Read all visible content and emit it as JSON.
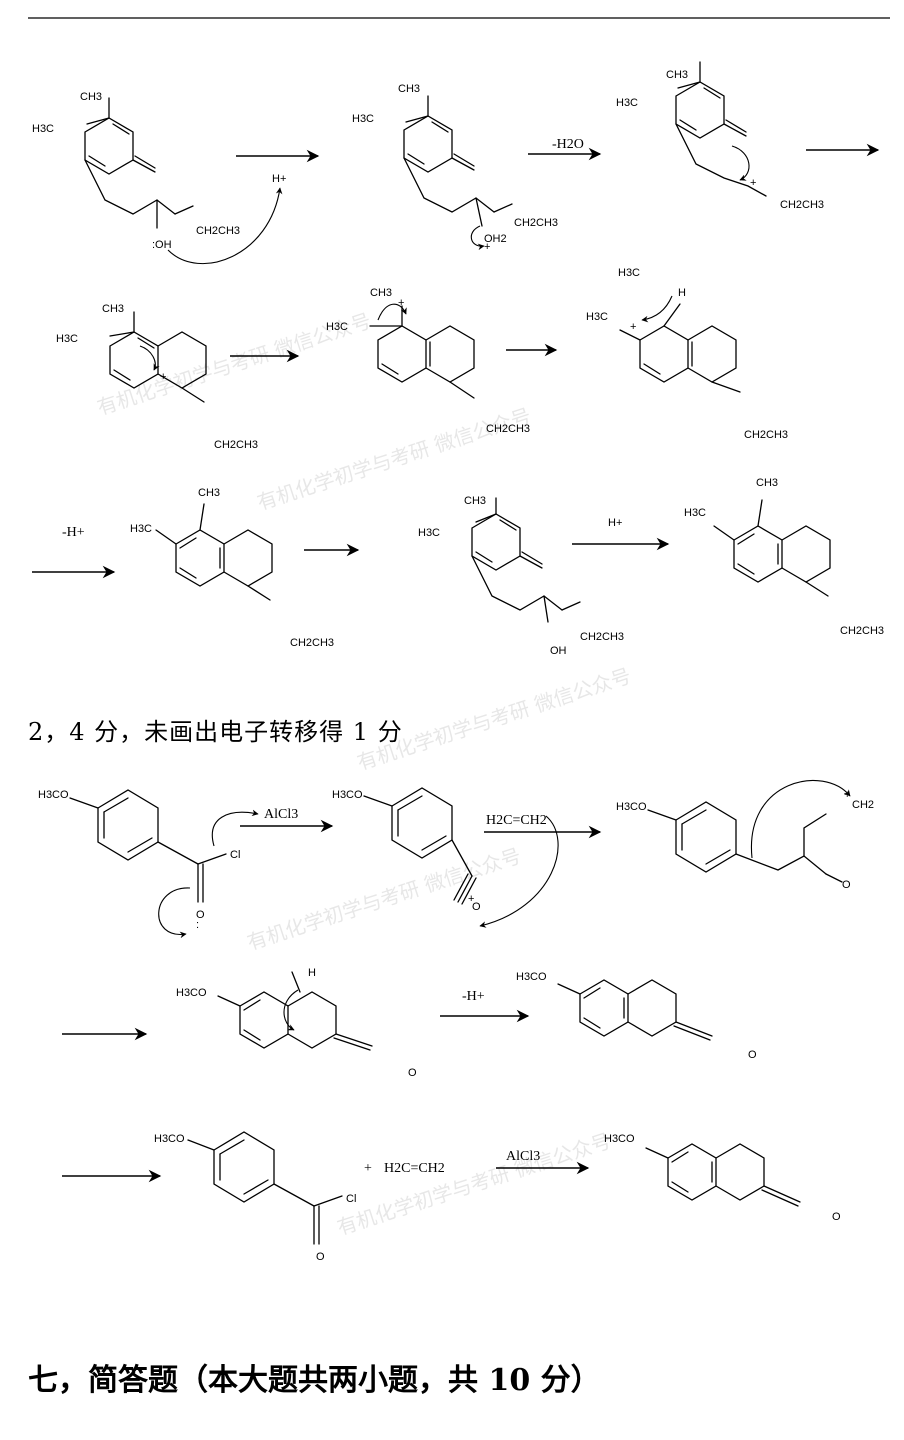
{
  "labels": {
    "h3c": "H3C",
    "ch3": "CH3",
    "ch2ch3": "CH2CH3",
    "oh": "OH",
    "lone_oh": ":OH",
    "oh2": "OH2",
    "h": "H",
    "plus": "+",
    "hplus": "H+",
    "minus_h2o": "-H2O",
    "minus_hplus": "-H+",
    "h3co": "H3CO",
    "cl": "Cl",
    "o": "O",
    "ch2": "CH2",
    "alcl3": "AlCl3",
    "ethylene": "H2C=CH2",
    "plus_sign": "+",
    "lone_pair": ":"
  },
  "caption": "2，4 分，未画出电子转移得 1 分",
  "heading": "七，简答题（本大题共两小题，共 10 分）",
  "watermark": "有机化学初学与考研  微信公众号"
}
